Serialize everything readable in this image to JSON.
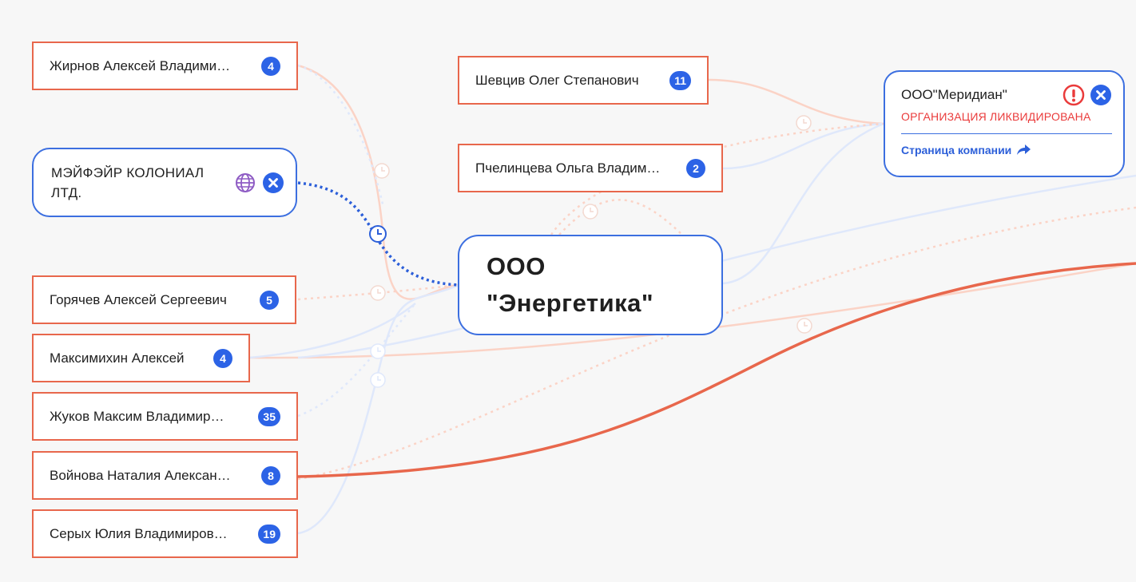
{
  "people": [
    {
      "name": "Жирнов Алексей Владими…",
      "count": "4"
    },
    {
      "name": "Горячев Алексей Сергеевич",
      "count": "5"
    },
    {
      "name": "Максимихин Алексей",
      "count": "4"
    },
    {
      "name": "Жуков Максим Владимир…",
      "count": "35"
    },
    {
      "name": "Войнова Наталия Алексан…",
      "count": "8"
    },
    {
      "name": "Серых Юлия Владимиров…",
      "count": "19"
    },
    {
      "name": "Шевцив Олег Степанович",
      "count": "11"
    },
    {
      "name": "Пчелинцева Ольга Владим…",
      "count": "2"
    }
  ],
  "main_company": {
    "line1": "ООО",
    "line2": "\"Энергетика\""
  },
  "foreign_company": {
    "name": "МЭЙФЭЙР КОЛОНИАЛ ЛТД."
  },
  "meridian": {
    "name": "ООО\"Меридиан\"",
    "status": "ОРГАНИЗАЦИЯ ЛИКВИДИРОВАНА",
    "link": "Страница компании"
  },
  "colors": {
    "person_border": "#e8674c",
    "company_border": "#3c6fe0",
    "badge": "#2c63e6",
    "liquidated": "#ea3b3b",
    "foreign_icon": "#8e5bc4"
  }
}
